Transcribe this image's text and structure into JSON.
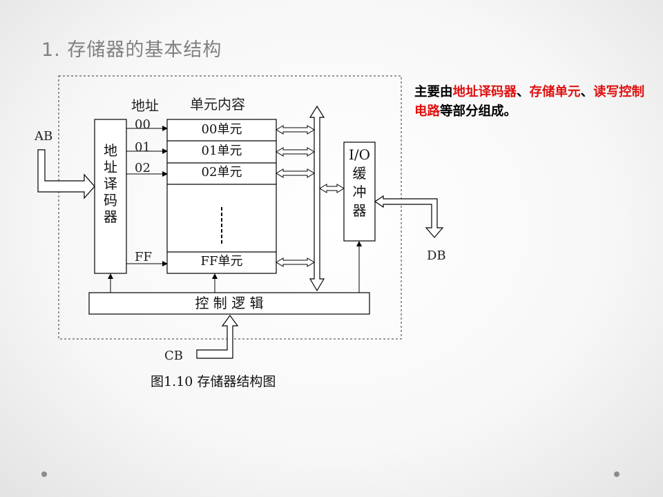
{
  "slide": {
    "title": "1.  存储器的基本结构"
  },
  "note": {
    "p1": "主要由",
    "p2": "地址译码器",
    "p3": "、",
    "p4": "存储单元",
    "p5": "、",
    "p6": "读写控制电路",
    "p7": "等部分组成。"
  },
  "diagram": {
    "ab_label": "AB",
    "db_label": "DB",
    "cb_label": "CB",
    "addr_header": "地址",
    "content_header": "单元内容",
    "addresses": [
      "00",
      "01",
      "02",
      "FF"
    ],
    "cells": [
      "00单元",
      "01单元",
      "02单元",
      "FF单元"
    ],
    "decoder_label": "地址译码器",
    "decoder_chars": [
      "地",
      "址",
      "译",
      "码",
      "器"
    ],
    "io_buffer_chars": [
      "I/O",
      "缓",
      "冲",
      "器"
    ],
    "control_logic": "控 制 逻 辑",
    "caption": "图1.10 存储器结构图"
  }
}
